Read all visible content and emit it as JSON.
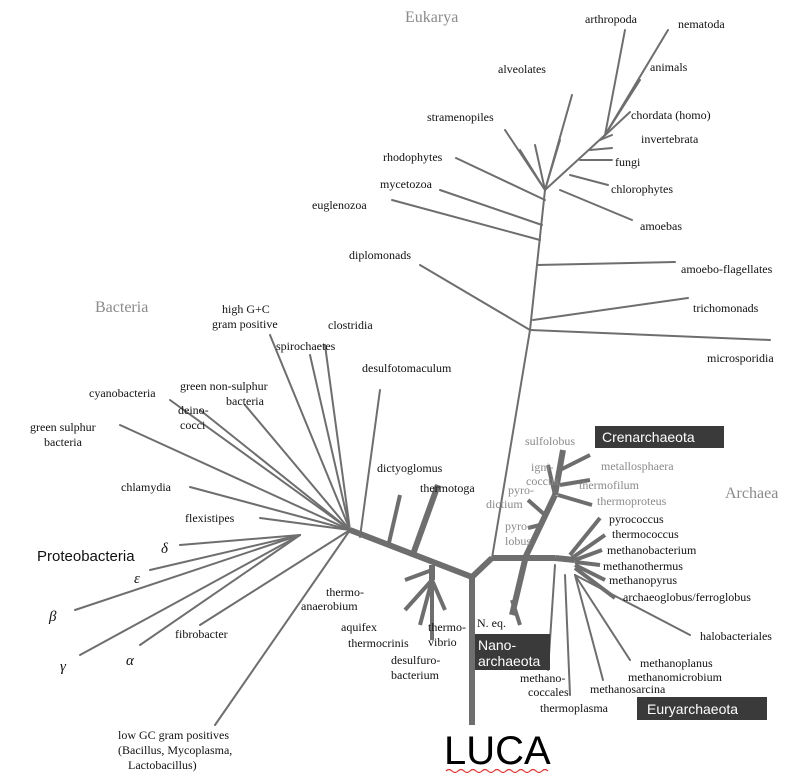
{
  "domains": {
    "eukarya": "Eukarya",
    "bacteria": "Bacteria",
    "archaea": "Archaea"
  },
  "root_label": "LUCA",
  "eukarya_labels": {
    "arthropoda": "arthropoda",
    "nematoda": "nematoda",
    "alveolates": "alveolates",
    "animals": "animals",
    "stramenopiles": "stramenopiles",
    "chordata": "chordata (homo)",
    "invertebrata": "invertebrata",
    "rhodophytes": "rhodophytes",
    "fungi": "fungi",
    "mycetozoa": "mycetozoa",
    "chlorophytes": "chlorophytes",
    "euglenozoa": "euglenozoa",
    "amoebas": "amoebas",
    "diplomonads": "diplomonads",
    "amoebo_flagellates": "amoebo-flagellates",
    "trichomonads": "trichomonads",
    "microsporidia": "microsporidia"
  },
  "bacteria_labels": {
    "high_gc_1": "high G+C",
    "high_gc_2": "gram positive",
    "clostridia": "clostridia",
    "spirochaetes": "spirochaetes",
    "desulfotomaculum": "desulfotomaculum",
    "cyanobacteria": "cyanobacteria",
    "green_nonsulphur_1": "green non-sulphur",
    "green_nonsulphur_2": "bacteria",
    "deinococci_1": "deino-",
    "deinococci_2": "cocci",
    "green_sulphur_1": "green sulphur",
    "green_sulphur_2": "bacteria",
    "chlamydia": "chlamydia",
    "dictyoglomus": "dictyoglomus",
    "thermotoga": "thermotoga",
    "flexistipes": "flexistipes",
    "proteobacteria": "Proteobacteria",
    "delta": "δ",
    "epsilon": "ε",
    "beta": "β",
    "gamma": "γ",
    "alpha": "α",
    "fibrobacter": "fibrobacter",
    "thermoanaerobium_1": "thermo-",
    "thermoanaerobium_2": "anaerobium",
    "aquifex": "aquifex",
    "thermocrinis": "thermocrinis",
    "thermovibrio_1": "thermo-",
    "thermovibrio_2": "vibrio",
    "desulfurobacterium_1": "desulfuro-",
    "desulfurobacterium_2": "bacterium",
    "low_gc_1": "low GC gram positives",
    "low_gc_2": "(Bacillus, Mycoplasma,",
    "low_gc_3": "Lactobacillus)"
  },
  "archaea_labels": {
    "sulfolobus": "sulfolobus",
    "ignicoccus_1": "igni-",
    "ignicoccus_2": "coccus",
    "metallosphaera": "metallosphaera",
    "pyrodictium_1": "pyro-",
    "pyrodictium_2": "dictium",
    "thermofilum": "thermofilum",
    "thermoproteus": "thermoproteus",
    "pyrolobus_1": "pyro-",
    "pyrolobus_2": "lobus",
    "pyrococcus": "pyrococcus",
    "thermococcus": "thermococcus",
    "methanobacterium": "methanobacterium",
    "methanothermus": "methanothermus",
    "methanopyrus": "methanopyrus",
    "archaeoglobus": "archaeoglobus/ferroglobus",
    "n_eq": "N. eq.",
    "halobacteriales": "halobacteriales",
    "methanoplanus": "methanoplanus",
    "methanomicrobium": "methanomicrobium",
    "methanosarcina": "methanosarcina",
    "methanococcales_1": "methano-",
    "methanococcales_2": "coccales",
    "thermoplasma": "thermoplasma"
  },
  "boxes": {
    "crenarchaeota": "Crenarchaeota",
    "nanoarchaeota_1": "Nano-",
    "nanoarchaeota_2": "archaeota",
    "euryarchaeota": "Euryarchaeota"
  },
  "colors": {
    "branch": "#6e6e6e",
    "box": "#3a3a3a",
    "domain_text": "#8a8a8a",
    "grey_text": "#8a8a8a"
  }
}
